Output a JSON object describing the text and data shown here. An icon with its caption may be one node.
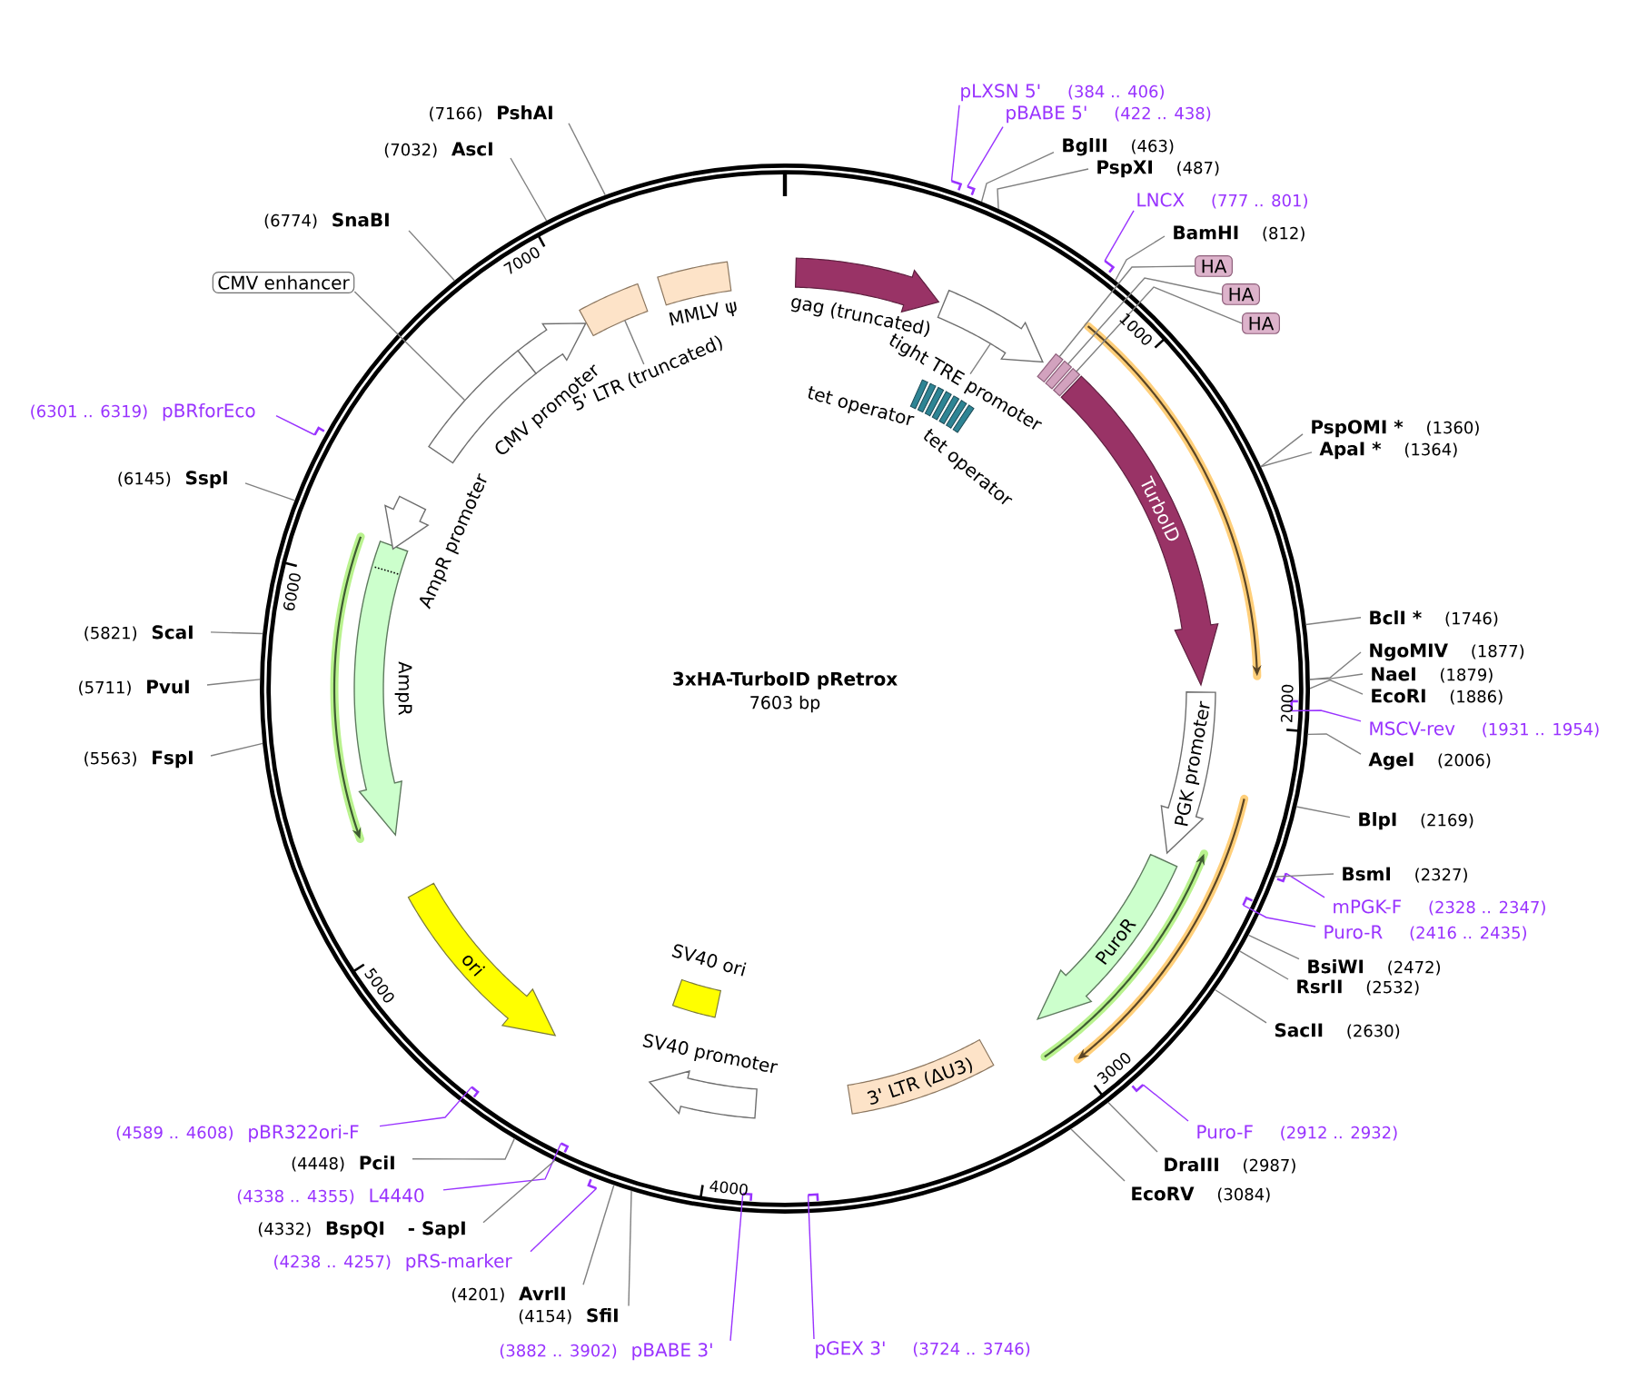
{
  "diagram": {
    "title": "3xHA-TurboID pRetrox",
    "nodes": [
      {
        "text": [],
        "shape": "circle"
      },
      {
        "text": [
          "gag (truncated)"
        ],
        "in": 0
      },
      {
        "text": [],
        "shape": "arrow",
        "in": 0
      },
      {
        "text": [
          "tight TRE promoter"
        ],
        "in": 0
      },
      {
        "text": [
          "tet operator",
          "tet operator"
        ],
        "in": 0
      },
      {
        "text": [],
        "shape": "box",
        "in": 0
      },
      {
        "text": [],
        "shape": "box",
        "in": 0
      },
      {
        "text": [],
        "shape": "box",
        "in": 0
      },
      {
        "text": [
          "TurboID"
        ],
        "in": 0
      },
      {
        "text": [
          "PGK promoter"
        ],
        "in": 0
      },
      {
        "text": [
          "PuroR"
        ],
        "in": 0
      },
      {
        "text": [
          "3' LTR (ΔU3)"
        ],
        "in": 0
      },
      {
        "text": [
          "SV40 promoter"
        ],
        "in": 0
      },
      {
        "text": [
          "SV40 ori"
        ],
        "in": 0
      },
      {
        "text": [
          "ori"
        ],
        "in": 0
      },
      {
        "text": [
          "AmpR"
        ],
        "in": 0
      },
      {
        "text": [
          "AmpR promoter"
        ],
        "in": 0
      },
      {
        "text": [],
        "shape": "box",
        "in": 0
      },
      {
        "text": [
          "CMV promoter"
        ],
        "in": 0
      },
      {
        "text": [],
        "shape": "box",
        "in": 0
      },
      {
        "text": [
          "5' LTR (truncated)"
        ],
        "in": 0
      },
      {
        "text": [
          "MMLV ψ"
        ],
        "in": 0
      },
      {
        "text": [],
        "shape": "bar"
      },
      {
        "text": [
          "pLXSN 5'",
          "(384 .. 406)"
        ]
      },
      {
        "text": [],
        "shape": "bar"
      },
      {
        "text": [
          "pBABE 5'",
          "(422 .. 438)"
        ]
      },
      {
        "text": [
          "BglII",
          "(463)"
        ]
      },
      {
        "text": [
          "PspXI",
          "(487)"
        ]
      },
      {
        "text": [],
        "shape": "bar"
      },
      {
        "text": [
          "LNCX",
          "(777 .. 801)"
        ]
      },
      {
        "text": [
          "BamHI",
          "(812)"
        ]
      },
      {
        "text": [
          "HA"
        ]
      },
      {
        "text": [
          "HA"
        ]
      },
      {
        "text": [
          "HA"
        ]
      },
      {
        "text": [
          "PspOMI *",
          "(1360)"
        ]
      },
      {
        "text": [
          "ApaI *",
          "(1364)"
        ]
      },
      {
        "text": [
          "BclI *",
          "(1746)"
        ]
      },
      {
        "text": [
          "NgoMIV",
          "(1877)"
        ]
      },
      {
        "text": [
          "NaeI",
          "(1879)"
        ]
      },
      {
        "text": [
          "EcoRI",
          "(1886)"
        ]
      },
      {
        "text": [],
        "shape": "bar",
        "in": 0
      },
      {
        "text": [
          "MSCV-rev",
          "(1931 .. 1954)"
        ]
      },
      {
        "text": [
          "AgeI",
          "(2006)"
        ]
      },
      {
        "text": [
          "BlpI",
          "(2169)"
        ]
      },
      {
        "text": [
          "BsmI",
          "(2327)"
        ]
      },
      {
        "text": [],
        "shape": "bar"
      },
      {
        "text": [
          "mPGK-F",
          "(2328 .. 2347)"
        ]
      },
      {
        "text": [],
        "shape": "bar",
        "in": 0
      },
      {
        "text": [
          "Puro-R",
          "(2416 .. 2435)"
        ]
      },
      {
        "text": [
          "BsiWI",
          "(2472)"
        ]
      },
      {
        "text": [
          "RsrII",
          "(2532)"
        ]
      },
      {
        "text": [
          "SacII",
          "(2630)"
        ]
      },
      {
        "text": [],
        "shape": "bar"
      },
      {
        "text": [
          "Puro-F",
          "(2912 .. 2932)"
        ]
      },
      {
        "text": [
          "DraIII",
          "(2987)"
        ]
      },
      {
        "text": [
          "EcoRV",
          "(3084)"
        ]
      },
      {
        "text": [],
        "shape": "bar",
        "in": 0
      },
      {
        "text": [
          "pGEX 3'",
          "(3724 .. 3746)"
        ]
      },
      {
        "text": [],
        "shape": "bar",
        "in": 0
      },
      {
        "text": [
          "(3882 .. 3902)",
          "pBABE 3'"
        ]
      },
      {
        "text": [
          "(4154)",
          "SfiI"
        ]
      },
      {
        "text": [
          "(4201)",
          "AvrII"
        ]
      },
      {
        "text": [],
        "shape": "bar"
      },
      {
        "text": [
          "(4238 .. 4257)",
          "pRS-marker"
        ]
      },
      {
        "text": [
          "(4332)",
          "BspQI",
          "- SapI"
        ]
      },
      {
        "text": [],
        "shape": "bar",
        "in": 0
      },
      {
        "text": [
          "(4338 .. 4355)",
          "L4440"
        ]
      },
      {
        "text": [
          "(4448)",
          "PciI"
        ]
      },
      {
        "text": [],
        "shape": "bar",
        "in": 0
      },
      {
        "text": [
          "(4589 .. 4608)",
          "pBR322ori-F"
        ]
      },
      {
        "text": [
          "(5563)",
          "FspI"
        ]
      },
      {
        "text": [
          "(5711)",
          "PvuI"
        ]
      },
      {
        "text": [
          "(5821)",
          "ScaI"
        ]
      },
      {
        "text": [
          "(6145)",
          "SspI"
        ]
      },
      {
        "text": [],
        "shape": "bar"
      },
      {
        "text": [
          "(6301 .. 6319)",
          "pBRforEco"
        ]
      },
      {
        "text": [
          "CMV enhancer"
        ]
      },
      {
        "text": [
          "(6774)",
          "SnaBI"
        ]
      },
      {
        "text": [
          "(7032)",
          "AscI"
        ]
      },
      {
        "text": [
          "(7166)",
          "PshAI"
        ]
      }
    ],
    "edges": [
      {
        "from": 3,
        "to": 2,
        "arrow": "none"
      },
      {
        "from": 31,
        "to": 5,
        "arrow": "none"
      },
      {
        "from": 32,
        "to": 6,
        "arrow": "none"
      },
      {
        "from": 33,
        "to": 7,
        "arrow": "none"
      },
      {
        "from": 20,
        "to": 19,
        "arrow": "none"
      },
      {
        "from": 76,
        "to": 17,
        "arrow": "none"
      },
      {
        "from": 23,
        "to": 22,
        "arrow": "none",
        "color": "#9933ff"
      },
      {
        "from": 25,
        "to": 24,
        "arrow": "none",
        "color": "#9933ff"
      },
      {
        "from": 29,
        "to": 28,
        "arrow": "none",
        "color": "#9933ff"
      },
      {
        "from": 41,
        "to": 40,
        "arrow": "none",
        "color": "#9933ff"
      },
      {
        "from": 46,
        "to": 45,
        "arrow": "none",
        "color": "#9933ff"
      },
      {
        "from": 48,
        "to": 47,
        "arrow": "none",
        "color": "#9933ff"
      },
      {
        "from": 53,
        "to": 52,
        "arrow": "none",
        "color": "#9933ff"
      },
      {
        "from": 57,
        "to": 56,
        "arrow": "none",
        "color": "#9933ff"
      },
      {
        "from": 59,
        "to": 58,
        "arrow": "none",
        "color": "#9933ff"
      },
      {
        "from": 63,
        "to": 62,
        "arrow": "none",
        "color": "#9933ff"
      },
      {
        "from": 66,
        "to": 65,
        "arrow": "none",
        "color": "#9933ff"
      },
      {
        "from": 69,
        "to": 68,
        "arrow": "none",
        "color": "#9933ff"
      },
      {
        "from": 75,
        "to": 74,
        "arrow": "none",
        "color": "#9933ff"
      },
      {
        "from": 26,
        "to": 0,
        "arrow": "none"
      },
      {
        "from": 27,
        "to": 0,
        "arrow": "none"
      },
      {
        "from": 30,
        "to": 0,
        "arrow": "none"
      },
      {
        "from": 34,
        "to": 0,
        "arrow": "none"
      },
      {
        "from": 35,
        "to": 0,
        "arrow": "none"
      },
      {
        "from": 36,
        "to": 0,
        "arrow": "none"
      },
      {
        "from": 37,
        "to": 0,
        "arrow": "none"
      },
      {
        "from": 38,
        "to": 0,
        "arrow": "none"
      },
      {
        "from": 39,
        "to": 0,
        "arrow": "none"
      },
      {
        "from": 42,
        "to": 0,
        "arrow": "none"
      },
      {
        "from": 43,
        "to": 0,
        "arrow": "none"
      },
      {
        "from": 44,
        "to": 0,
        "arrow": "none"
      },
      {
        "from": 49,
        "to": 0,
        "arrow": "none"
      },
      {
        "from": 50,
        "to": 0,
        "arrow": "none"
      },
      {
        "from": 51,
        "to": 0,
        "arrow": "none"
      },
      {
        "from": 54,
        "to": 0,
        "arrow": "none"
      },
      {
        "from": 55,
        "to": 0,
        "arrow": "none"
      },
      {
        "from": 60,
        "to": 0,
        "arrow": "none"
      },
      {
        "from": 61,
        "to": 0,
        "arrow": "none"
      },
      {
        "from": 64,
        "to": 0,
        "arrow": "none"
      },
      {
        "from": 67,
        "to": 0,
        "arrow": "none"
      },
      {
        "from": 70,
        "to": 0,
        "arrow": "none"
      },
      {
        "from": 71,
        "to": 0,
        "arrow": "none"
      },
      {
        "from": 72,
        "to": 0,
        "arrow": "none"
      },
      {
        "from": 73,
        "to": 0,
        "arrow": "none"
      },
      {
        "from": 77,
        "to": 0,
        "arrow": "none"
      },
      {
        "from": 78,
        "to": 0,
        "arrow": "none"
      },
      {
        "from": 79,
        "to": 0,
        "arrow": "none"
      }
    ],
    "labels": [
      "7000",
      "1000",
      "6000",
      "7603 bp",
      "2000",
      "5000",
      "3000",
      "4000"
    ]
  }
}
